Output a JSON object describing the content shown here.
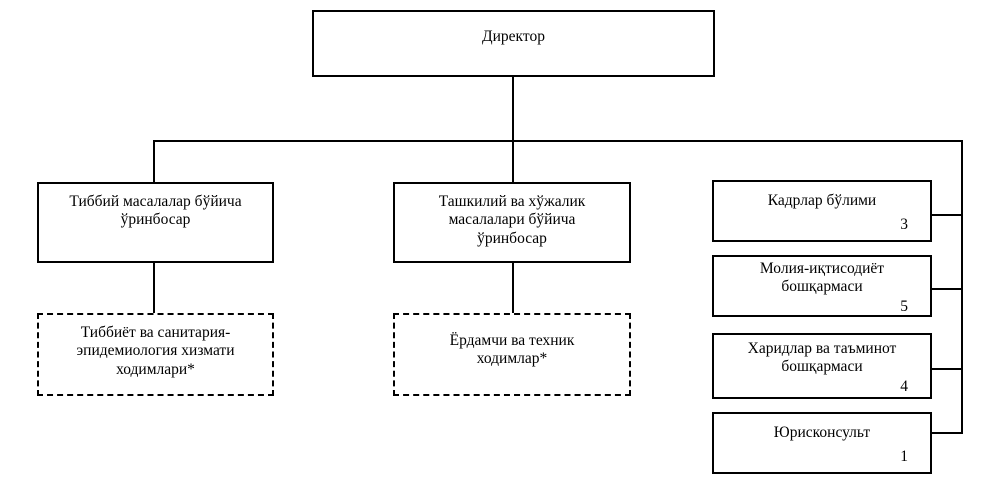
{
  "chart": {
    "type": "org-chart",
    "title": "",
    "background_color": "#ffffff",
    "line_color": "#000000",
    "root": {
      "label": "Директор",
      "box_style": "solid"
    },
    "deputies": [
      {
        "label": "Тиббий масалалар бўйича\nўринбосар",
        "box_style": "solid",
        "child": {
          "label": "Тиббиёт ва санитария-\nэпидемиология хизмати\nходимлари*",
          "box_style": "dashed"
        }
      },
      {
        "label": "Ташкилий ва хўжалик\nмасалалари бўйича\nўринбосар",
        "box_style": "solid",
        "child": {
          "label": "Ёрдамчи ва техник\nходимлар*",
          "box_style": "dashed"
        }
      }
    ],
    "units": [
      {
        "label": "Кадрлар бўлими",
        "count": "3",
        "box_style": "solid"
      },
      {
        "label": "Молия-иқтисодиёт\nбошқармаси",
        "count": "5",
        "box_style": "solid"
      },
      {
        "label": "Харидлар ва таъминот\nбошқармаси",
        "count": "4",
        "box_style": "solid"
      },
      {
        "label": "Юрисконсульт",
        "count": "1",
        "box_style": "solid"
      }
    ]
  }
}
